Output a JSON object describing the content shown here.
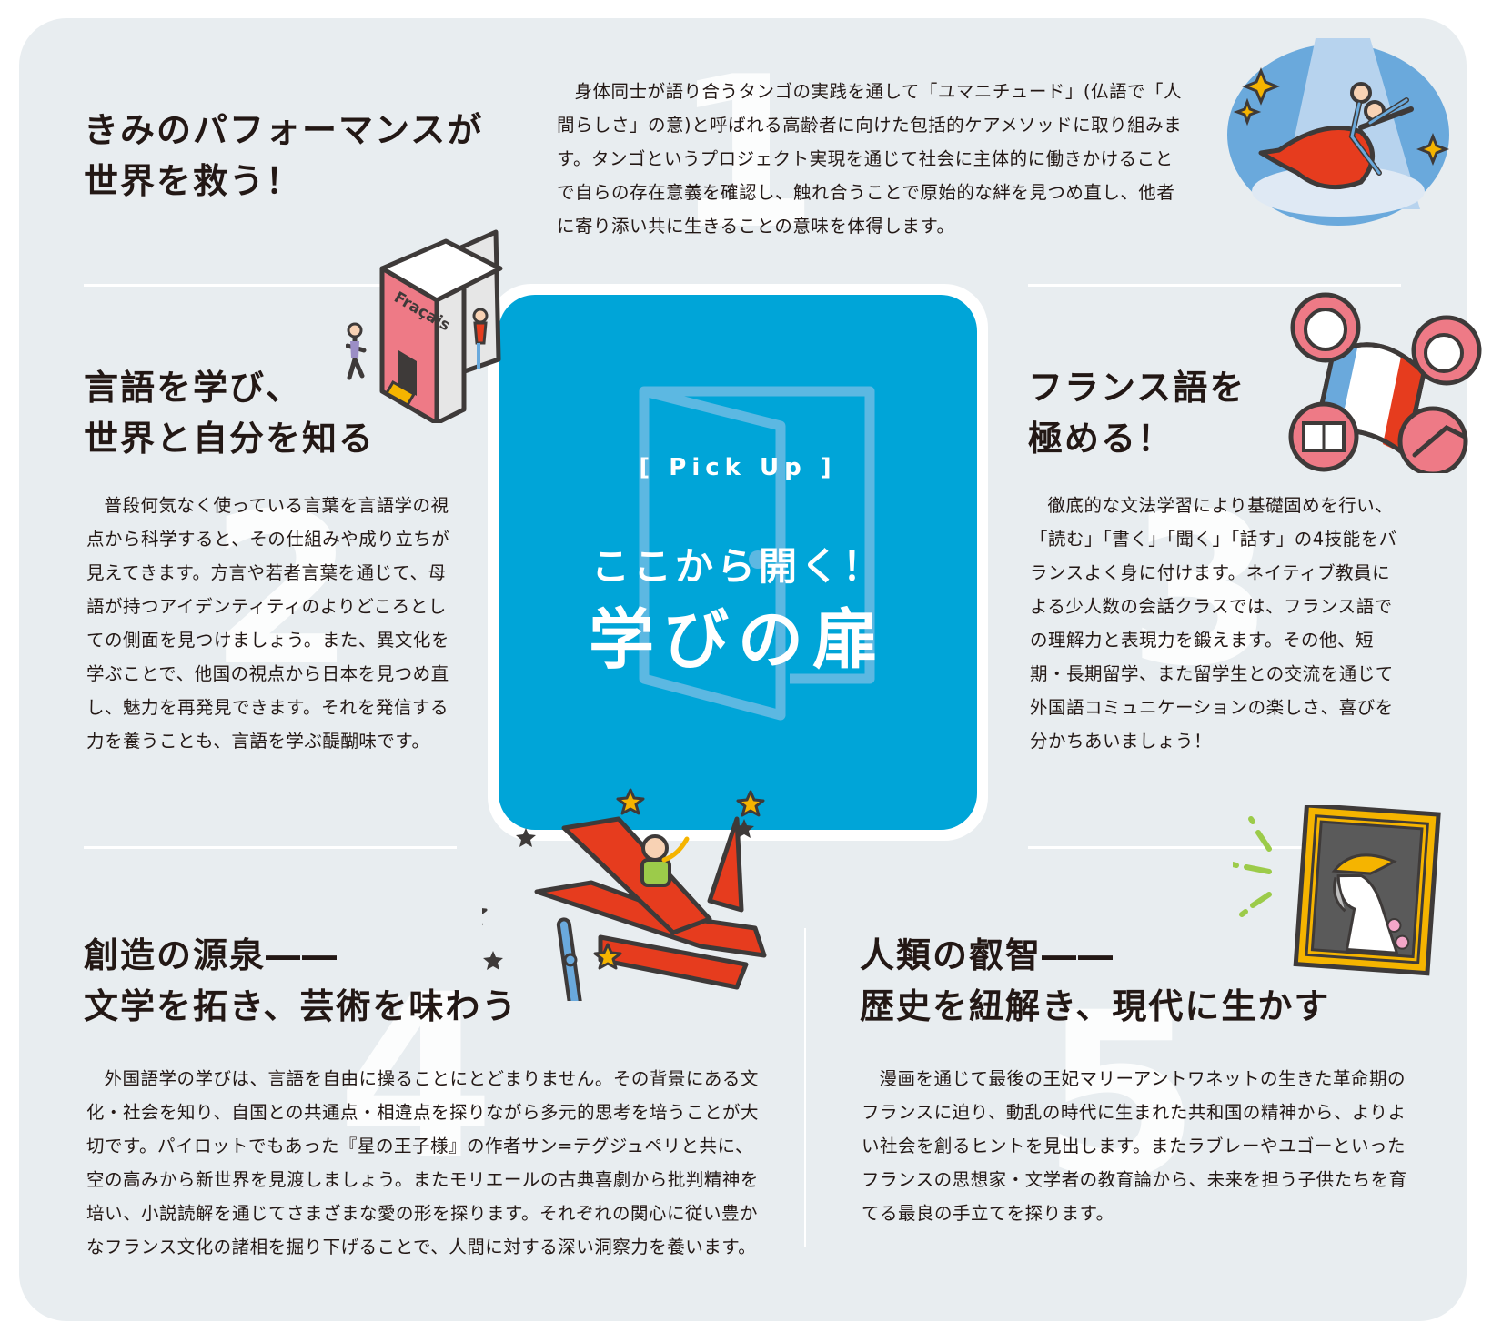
{
  "colors": {
    "panel_bg": "#e8edf0",
    "pickup_blue": "#00a5d8",
    "text": "#231815",
    "accent_red": "#e63c1e",
    "accent_pink": "#ee7a86",
    "accent_yellow": "#f5b400",
    "accent_green": "#9ccb4a",
    "accent_lightblue": "#6aa9dc"
  },
  "pickup": {
    "label": "[ Pick Up ]",
    "subtitle": "ここから開く！",
    "title": "学びの扉",
    "icon": "door-icon"
  },
  "sections": [
    {
      "number": "1",
      "title_lines": [
        "きみのパフォーマンスが",
        "世界を救う！"
      ],
      "body": "身体同士が語り合うタンゴの実践を通して「ユマニチュード」(仏語で「人間らしさ」の意)と呼ばれる高齢者に向けた包括的ケアメソッドに取り組みます。タンゴというプロジェクト実現を通じて社会に主体的に働きかけることで自らの存在意義を確認し、触れ合うことで原始的な絆を見つめ直し、他者に寄り添い共に生きることの意味を体得します。",
      "icon": "tango-dancers-icon"
    },
    {
      "number": "2",
      "title_lines": [
        "言語を学び、",
        "世界と自分を知る"
      ],
      "body": "普段何気なく使っている言葉を言語学の視点から科学すると、その仕組みや成り立ちが見えてきます。方言や若者言葉を通じて、母語が持つアイデンティティのよりどころとしての側面を見つけましょう。また、異文化を学ぶことで、他国の視点から日本を見つめ直し、魅力を再発見できます。それを発信する力を養うことも、言語を学ぶ醍醐味です。",
      "icon": "francais-book-icon",
      "icon_text": "Fraçais"
    },
    {
      "number": "3",
      "title_lines": [
        "フランス語を",
        "極める！"
      ],
      "body": "徹底的な文法学習により基礎固めを行い、「読む」「書く」「聞く」「話す」の4技能をバランスよく身に付けます。ネイティブ教員による少人数の会話クラスでは、フランス語での理解力と表現力を鍛えます。その他、短期・長期留学、また留学生との交流を通じて外国語コミュニケーションの楽しさ、喜びを分かちあいましょう！",
      "icon": "french-flag-skills-icon"
    },
    {
      "number": "4",
      "title_lines": [
        "創造の源泉――",
        "文学を拓き、芸術を味わう"
      ],
      "body": "外国語学の学びは、言語を自由に操ることにとどまりません。その背景にある文化・社会を知り、自国との共通点・相違点を探りながら多元的思考を培うことが大切です。パイロットでもあった『星の王子様』の作者サン=テグジュペリと共に、空の高みから新世界を見渡しましょう。またモリエールの古典喜劇から批判精神を培い、小説読解を通じてさまざまな愛の形を探ります。それぞれの関心に従い豊かなフランス文化の諸相を掘り下げることで、人間に対する深い洞察力を養います。",
      "icon": "airplane-little-prince-icon"
    },
    {
      "number": "5",
      "title_lines": [
        "人類の叡智――",
        "歴史を紐解き、現代に生かす"
      ],
      "body": "漫画を通じて最後の王妃マリーアントワネットの生きた革命期のフランスに迫り、動乱の時代に生まれた共和国の精神から、よりよい社会を創るヒントを見出します。またラブレーやユゴーといったフランスの思想家・文学者の教育論から、未来を担う子供たちを育てる最良の手立てを探ります。",
      "icon": "framed-portrait-icon"
    }
  ]
}
